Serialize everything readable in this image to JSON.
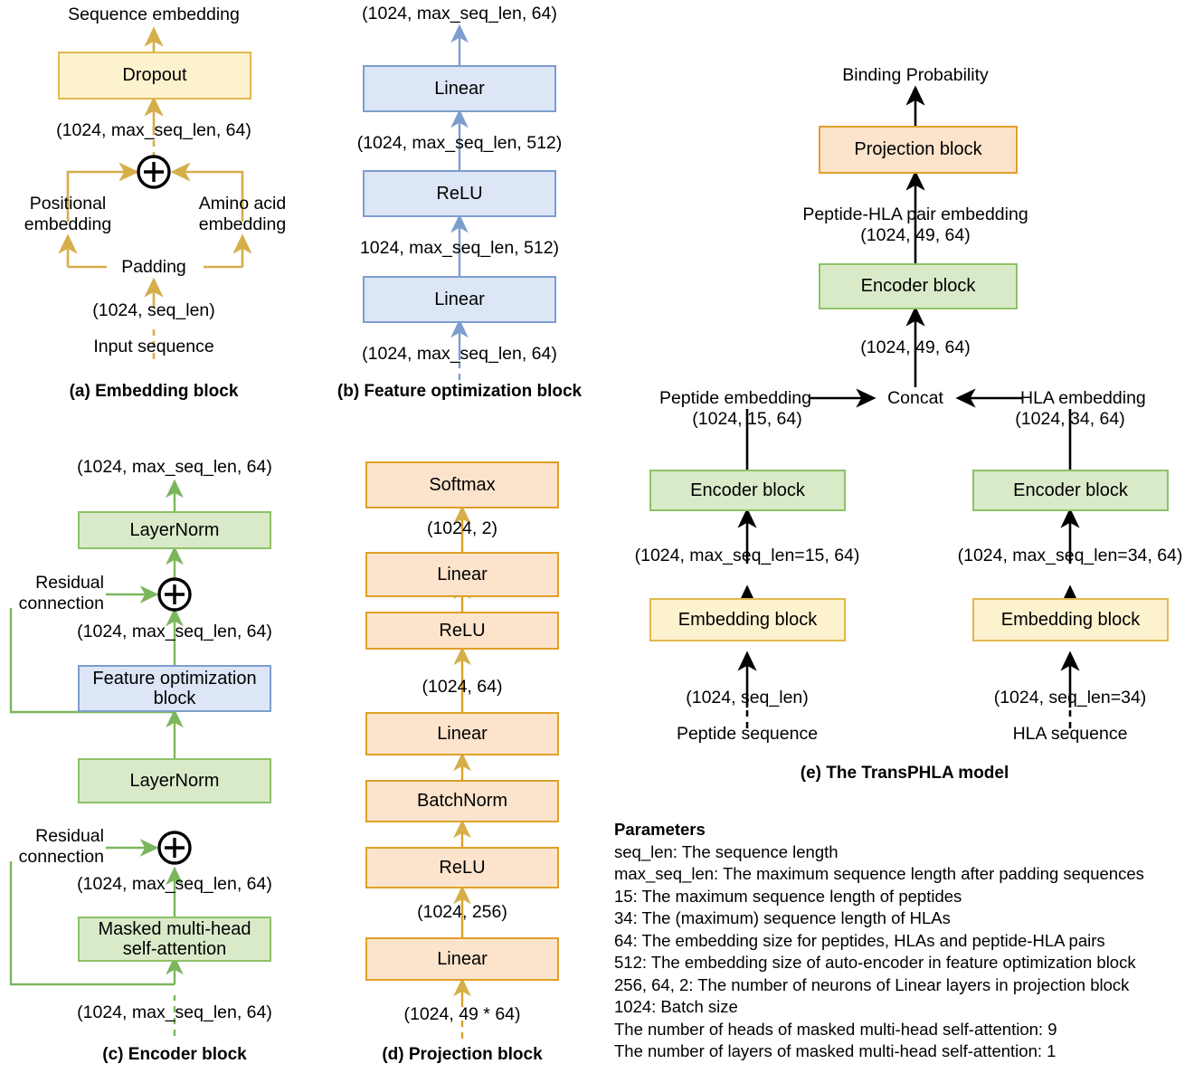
{
  "diagram": {
    "title": "TransPHLA model architecture",
    "colors": {
      "yellow_fill": "#FDF2CE",
      "yellow_border": "#E2B84F",
      "blue_fill": "#DCE6F6",
      "blue_border": "#7D9DCE",
      "green_fill": "#D9EAC9",
      "green_border": "#8DC268",
      "orange_fill": "#FCE3CB",
      "orange_border": "#E0A028",
      "arrow_yellow": "#D6AE4A",
      "arrow_blue": "#7D9DCE",
      "arrow_green": "#7CB65C",
      "arrow_black": "#000000"
    }
  },
  "panel_a": {
    "caption": "(a) Embedding block",
    "top_label": "Sequence embedding",
    "box_dropout": "Dropout",
    "shape_after_add": "(1024, max_seq_len, 64)",
    "plus": "+",
    "left_branch": "Positional\nembedding",
    "left_branch_l1": "Positional",
    "left_branch_l2": "embedding",
    "right_branch_l1": "Amino acid",
    "right_branch_l2": "embedding",
    "padding": "Padding",
    "shape_input": "(1024, seq_len)",
    "input_label": "Input sequence"
  },
  "panel_b": {
    "caption": "(b) Feature optimization block",
    "top_shape": "(1024, max_seq_len, 64)",
    "box_linear_top": "Linear",
    "shape_mid_upper": "(1024, max_seq_len, 512)",
    "box_relu": "ReLU",
    "shape_mid_lower": "1024, max_seq_len, 512)",
    "box_linear_bottom": "Linear",
    "bottom_shape": "(1024, max_seq_len, 64)"
  },
  "panel_c": {
    "caption": "(c) Encoder block",
    "top_shape": "(1024, max_seq_len, 64)",
    "box_layernorm_top": "LayerNorm",
    "residual_1_l1": "Residual",
    "residual_1_l2": "connection",
    "plus_1": "+",
    "shape_after_fob": "(1024, max_seq_len, 64)",
    "box_feature_opt_l1": "Feature optimization",
    "box_feature_opt_l2": "block",
    "box_layernorm_bottom": "LayerNorm",
    "residual_2_l1": "Residual",
    "residual_2_l2": "connection",
    "plus_2": "+",
    "shape_after_attn": "(1024, max_seq_len, 64)",
    "box_attention_l1": "Masked multi-head",
    "box_attention_l2": "self-attention",
    "bottom_shape": "(1024, max_seq_len, 64)"
  },
  "panel_d": {
    "caption": "(d) Projection block",
    "box_softmax": "Softmax",
    "shape_1024_2": "(1024, 2)",
    "box_linear_3": "Linear",
    "box_relu_2": "ReLU",
    "shape_1024_64": "(1024, 64)",
    "box_linear_2": "Linear",
    "box_batchnorm": "BatchNorm",
    "box_relu_1": "ReLU",
    "shape_1024_256": "(1024, 256)",
    "box_linear_1": "Linear",
    "bottom_shape": "(1024, 49 * 64)"
  },
  "panel_e": {
    "caption": "(e) The TransPHLA model",
    "output_label": "Binding Probability",
    "box_projection": "Projection  block",
    "pair_label_l1": "Peptide-HLA pair embedding",
    "pair_label_l2": "(1024, 49, 64)",
    "box_encoder_top": "Encoder  block",
    "shape_concat_out": "(1024, 49, 64)",
    "concat": "Concat",
    "peptide_embedding_l1": "Peptide embedding",
    "peptide_embedding_l2": "(1024, 15, 64)",
    "hla_embedding_l1": "HLA embedding",
    "hla_embedding_l2": "(1024, 34, 64)",
    "box_encoder_left": "Encoder  block",
    "box_encoder_right": "Encoder  block",
    "shape_left_embed": "(1024, max_seq_len=15, 64)",
    "shape_right_embed": "(1024, max_seq_len=34, 64)",
    "box_embedding_left": "Embedding  block",
    "box_embedding_right": "Embedding  block",
    "shape_left_in": "(1024, seq_len)",
    "shape_right_in": "(1024, seq_len=34)",
    "input_left": "Peptide sequence",
    "input_right": "HLA sequence"
  },
  "parameters": {
    "heading": "Parameters",
    "lines": [
      "seq_len: The sequence length",
      "max_seq_len: The maximum sequence length after padding sequences",
      "15: The maximum sequence length of peptides",
      "34: The (maximum) sequence length of HLAs",
      "64: The embedding size for peptides, HLAs and peptide-HLA pairs",
      "512: The embedding size of auto-encoder in feature optimization block",
      "256, 64, 2: The number of neurons of Linear layers in projection block",
      "1024: Batch size",
      "The number of heads of masked multi-head self-attention: 9",
      "The number of layers of masked multi-head self-attention: 1"
    ]
  }
}
